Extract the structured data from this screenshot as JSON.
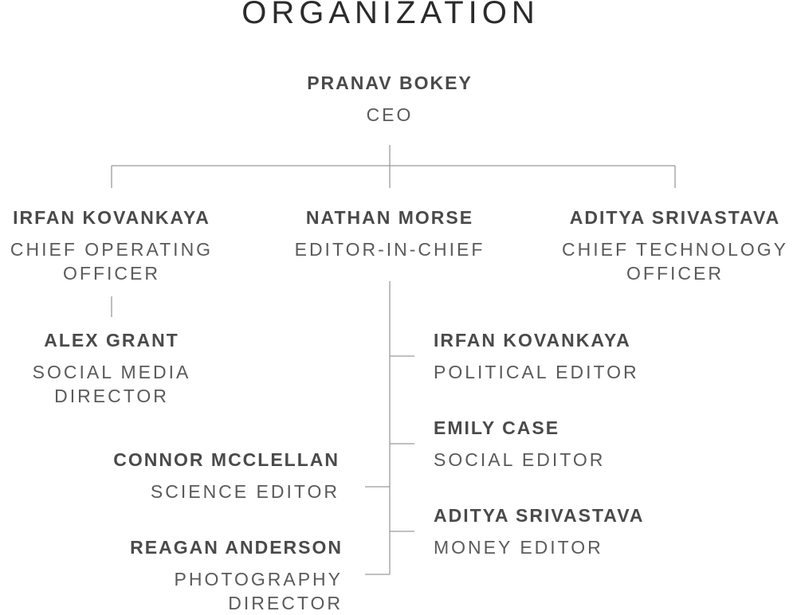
{
  "title": "ORGANIZATION",
  "ceo": {
    "name": "PRANAV BOKEY",
    "role": [
      "CEO"
    ]
  },
  "coo": {
    "name": "IRFAN KOVANKAYA",
    "role": [
      "CHIEF OPERATING",
      "OFFICER"
    ]
  },
  "eic": {
    "name": "NATHAN MORSE",
    "role": [
      "EDITOR-IN-CHIEF"
    ]
  },
  "cto": {
    "name": "ADITYA SRIVASTAVA",
    "role": [
      "CHIEF TECHNOLOGY",
      "OFFICER"
    ]
  },
  "social_media_director": {
    "name": "ALEX GRANT",
    "role": [
      "SOCIAL MEDIA",
      "DIRECTOR"
    ]
  },
  "political_editor": {
    "name": "IRFAN KOVANKAYA",
    "role": [
      "POLITICAL EDITOR"
    ]
  },
  "social_editor": {
    "name": "EMILY CASE",
    "role": [
      "SOCIAL EDITOR"
    ]
  },
  "science_editor": {
    "name": "CONNOR MCCLELLAN",
    "role": [
      "SCIENCE EDITOR"
    ]
  },
  "money_editor": {
    "name": "ADITYA SRIVASTAVA",
    "role": [
      "MONEY EDITOR"
    ]
  },
  "photography_director": {
    "name": "REAGAN ANDERSON",
    "role": [
      "PHOTOGRAPHY",
      "DIRECTOR"
    ]
  }
}
